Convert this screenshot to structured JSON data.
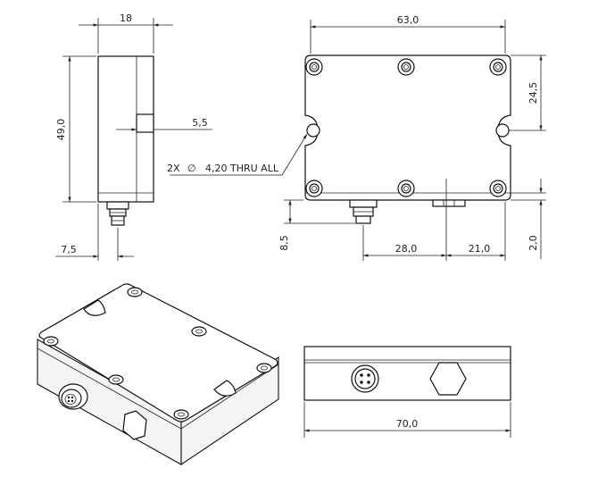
{
  "dimensions": {
    "side_width": "18",
    "side_height": "49,0",
    "flange_step": "5,5",
    "connector_offset": "7,5",
    "top_width": "63,0",
    "hole_spacing": "24,5",
    "connector_height": "8,5",
    "connector_pos": "28,0",
    "vent_pos": "21,0",
    "base_step": "2,0",
    "front_width": "70,0"
  },
  "callouts": {
    "hole_note_prefix": "2X",
    "hole_note_symbol": "∅",
    "hole_note_text": "4,20 THRU ALL"
  }
}
